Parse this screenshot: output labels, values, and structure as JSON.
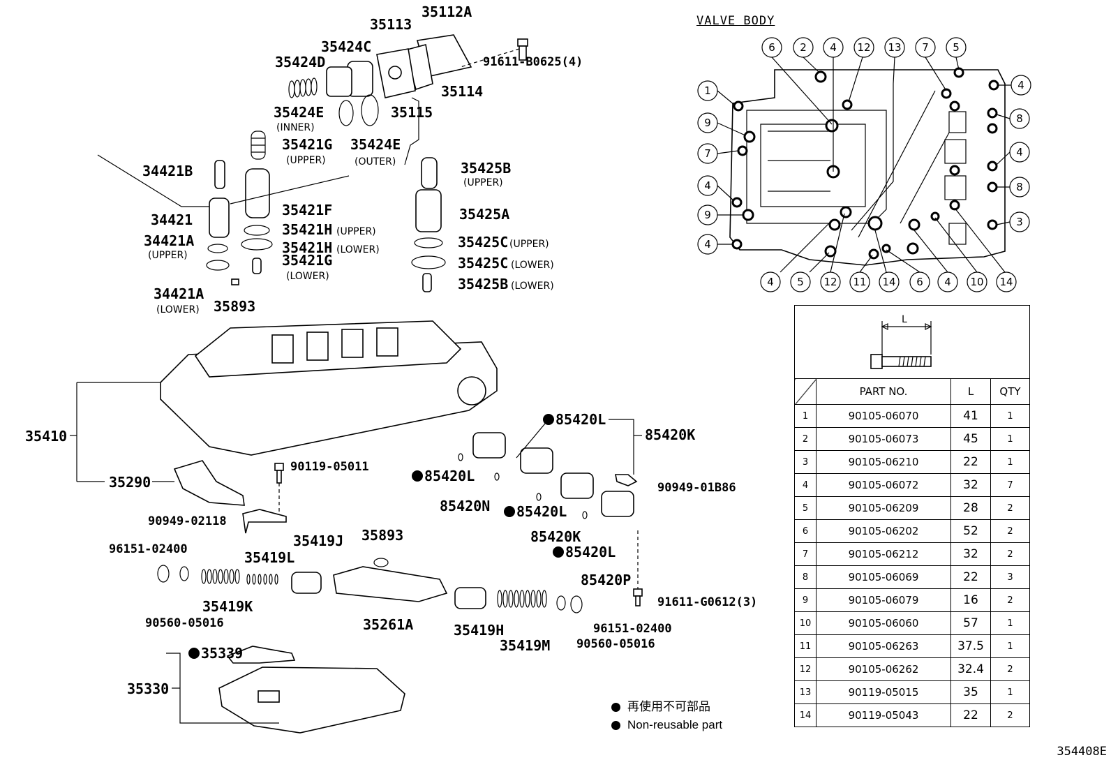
{
  "title": "VALVE BODY",
  "figure_code": "354408E",
  "labels": {
    "p35112A": "35112A",
    "p35113": "35113",
    "p35424C": "35424C",
    "p35424D": "35424D",
    "p91611B": "91611-B0625(4)",
    "p35114": "35114",
    "p35115": "35115",
    "p35424E_in": "35424E",
    "inner": "(INNER)",
    "p35424E_out": "35424E",
    "outer": "(OUTER)",
    "p35421G_up": "35421G",
    "upper1": "(UPPER)",
    "p34421B": "34421B",
    "p35425B_up": "35425B",
    "upper2": "(UPPER)",
    "p34421": "34421",
    "p35421F": "35421F",
    "p35425A": "35425A",
    "p34421A_up": "34421A",
    "upper3": "(UPPER)",
    "p35421H_up": "35421H",
    "upper4": "(UPPER)",
    "p35421H_lo": "35421H",
    "lower1": "(LOWER)",
    "p35425C_up": "35425C",
    "upper5": "(UPPER)",
    "p35421G_lo": "35421G",
    "lower2": "(LOWER)",
    "p35425C_lo": "35425C",
    "lower3": "(LOWER)",
    "p35425B_lo": "35425B",
    "lower4": "(LOWER)",
    "p34421A_lo": "34421A",
    "lower5": "(LOWER)",
    "p35893a": "35893",
    "p35410": "35410",
    "p85420L_1": "85420L",
    "p85420K_1": "85420K",
    "p90119": "90119-05011",
    "p85420L_2": "85420L",
    "p35290": "35290",
    "p85420N": "85420N",
    "p90949_01B86": "90949-01B86",
    "p90949_02118": "90949-02118",
    "p85420L_3": "85420L",
    "p85420K_2": "85420K",
    "p35419J": "35419J",
    "p35893b": "35893",
    "p96151_a": "96151-02400",
    "p35419L": "35419L",
    "p85420L_4": "85420L",
    "p85420P": "85420P",
    "p91611G": "91611-G0612(3)",
    "p35419K": "35419K",
    "p90560_a": "90560-05016",
    "p35261A": "35261A",
    "p96151_b": "96151-02400",
    "p35419H": "35419H",
    "p35419M": "35419M",
    "p90560_b": "90560-05016",
    "p35339": "35339",
    "p35330": "35330"
  },
  "callouts": [
    "6",
    "2",
    "4",
    "12",
    "13",
    "7",
    "5",
    "4",
    "1",
    "8",
    "9",
    "7",
    "4",
    "4",
    "8",
    "9",
    "3",
    "4",
    "4",
    "5",
    "12",
    "11",
    "14",
    "6",
    "4",
    "10",
    "14"
  ],
  "table": {
    "dimension_label": "L",
    "headers": [
      "PART NO.",
      "L",
      "QTY"
    ],
    "rows": [
      {
        "no": "1",
        "part": "90105-06070",
        "l": "41",
        "qty": "1"
      },
      {
        "no": "2",
        "part": "90105-06073",
        "l": "45",
        "qty": "1"
      },
      {
        "no": "3",
        "part": "90105-06210",
        "l": "22",
        "qty": "1"
      },
      {
        "no": "4",
        "part": "90105-06072",
        "l": "32",
        "qty": "7"
      },
      {
        "no": "5",
        "part": "90105-06209",
        "l": "28",
        "qty": "2"
      },
      {
        "no": "6",
        "part": "90105-06202",
        "l": "52",
        "qty": "2"
      },
      {
        "no": "7",
        "part": "90105-06212",
        "l": "32",
        "qty": "2"
      },
      {
        "no": "8",
        "part": "90105-06069",
        "l": "22",
        "qty": "3"
      },
      {
        "no": "9",
        "part": "90105-06079",
        "l": "16",
        "qty": "2"
      },
      {
        "no": "10",
        "part": "90105-06060",
        "l": "57",
        "qty": "1"
      },
      {
        "no": "11",
        "part": "90105-06263",
        "l": "37.5",
        "qty": "1"
      },
      {
        "no": "12",
        "part": "90105-06262",
        "l": "32.4",
        "qty": "2"
      },
      {
        "no": "13",
        "part": "90119-05015",
        "l": "35",
        "qty": "1"
      },
      {
        "no": "14",
        "part": "90119-05043",
        "l": "22",
        "qty": "2"
      }
    ]
  },
  "legend": {
    "jp": "再使用不可部品",
    "en": "Non-reusable part"
  }
}
